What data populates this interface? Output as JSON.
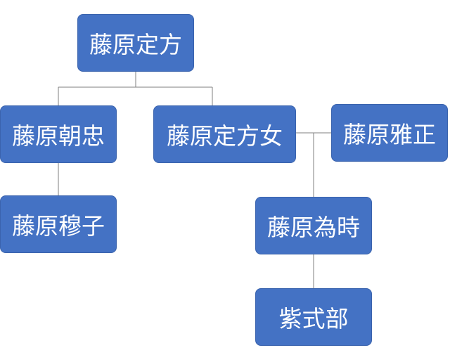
{
  "diagram": {
    "nodes": {
      "fujiwara_sadakata": "藤原定方",
      "fujiwara_asatada": "藤原朝忠",
      "fujiwara_sadakata_daughter": "藤原定方女",
      "fujiwara_masatada": "藤原雅正",
      "fujiwara_bokushi": "藤原穆子",
      "fujiwara_tametoki": "藤原為時",
      "murasaki_shikibu": "紫式部"
    },
    "edges": [
      [
        "fujiwara_sadakata",
        "fujiwara_asatada"
      ],
      [
        "fujiwara_sadakata",
        "fujiwara_sadakata_daughter"
      ],
      [
        "fujiwara_asatada",
        "fujiwara_bokushi"
      ],
      [
        "fujiwara_sadakata_daughter",
        "fujiwara_masatada"
      ],
      [
        "fujiwara_sadakata_daughter",
        "fujiwara_tametoki"
      ],
      [
        "fujiwara_tametoki",
        "murasaki_shikibu"
      ]
    ],
    "colors": {
      "node_fill": "#4472c4",
      "node_text": "#ffffff",
      "connector": "#7f7f7f"
    }
  }
}
